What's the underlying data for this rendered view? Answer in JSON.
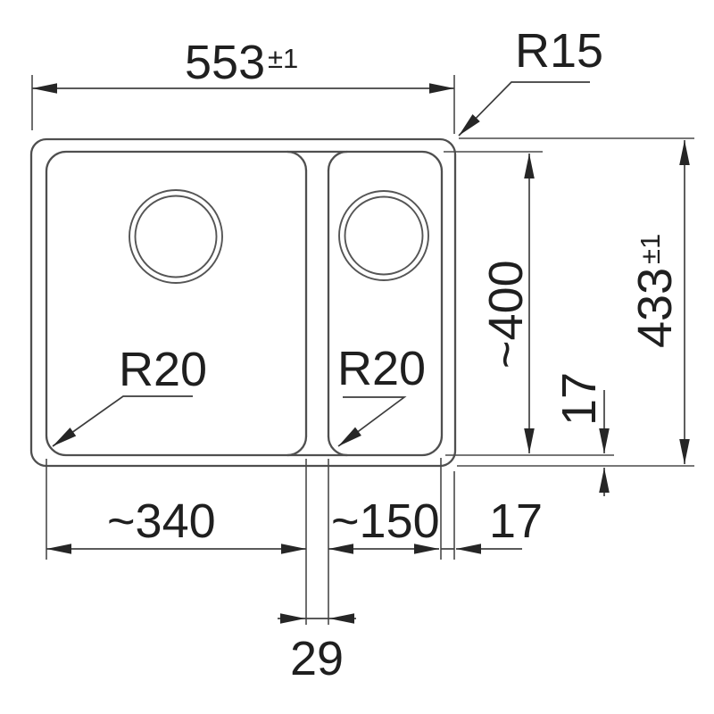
{
  "drawing": {
    "kind": "technical-dimension-drawing",
    "subject": "one-and-half bowl sink, top view",
    "line_color": "#4f4f4f",
    "text_color": "#1f1f1f",
    "background": "#ffffff"
  },
  "labels": {
    "overall_width": {
      "value": "553",
      "tol": "±1"
    },
    "overall_depth": {
      "value": "433",
      "tol": "±1"
    },
    "rim_corner_radius": "R15",
    "bowl_depth": "~400",
    "vertical_rim_offset": "17",
    "left_bowl_width": "~340",
    "right_bowl_width": "~150",
    "horizontal_rim_offset": "17",
    "divider_width": "29",
    "left_bowl_corner_radius": "R20",
    "right_bowl_corner_radius": "R20"
  }
}
